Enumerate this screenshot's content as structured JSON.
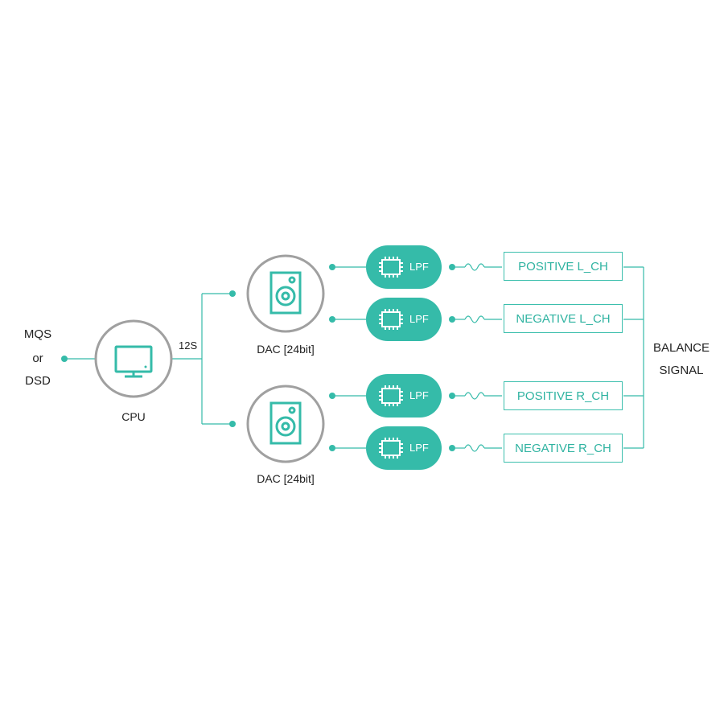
{
  "source": {
    "line1": "MQS",
    "line2": "or",
    "line3": "DSD"
  },
  "cpu": {
    "label": "CPU",
    "icon": "monitor-icon"
  },
  "bus_label": "12S",
  "dacs": [
    {
      "label": "DAC [24bit]",
      "icon": "speaker-icon"
    },
    {
      "label": "DAC [24bit]",
      "icon": "speaker-icon"
    }
  ],
  "filters": [
    {
      "label": "LPF",
      "icon": "chip-icon"
    },
    {
      "label": "LPF",
      "icon": "chip-icon"
    },
    {
      "label": "LPF",
      "icon": "chip-icon"
    },
    {
      "label": "LPF",
      "icon": "chip-icon"
    }
  ],
  "outputs": [
    {
      "label": "POSITIVE L_CH"
    },
    {
      "label": "NEGATIVE L_CH"
    },
    {
      "label": "POSITIVE R_CH"
    },
    {
      "label": "NEGATIVE R_CH"
    }
  ],
  "result": {
    "line1": "BALANCE",
    "line2": "SIGNAL"
  },
  "colors": {
    "accent": "#35bba9",
    "circle_border": "#a0a0a0",
    "text": "#222222"
  }
}
